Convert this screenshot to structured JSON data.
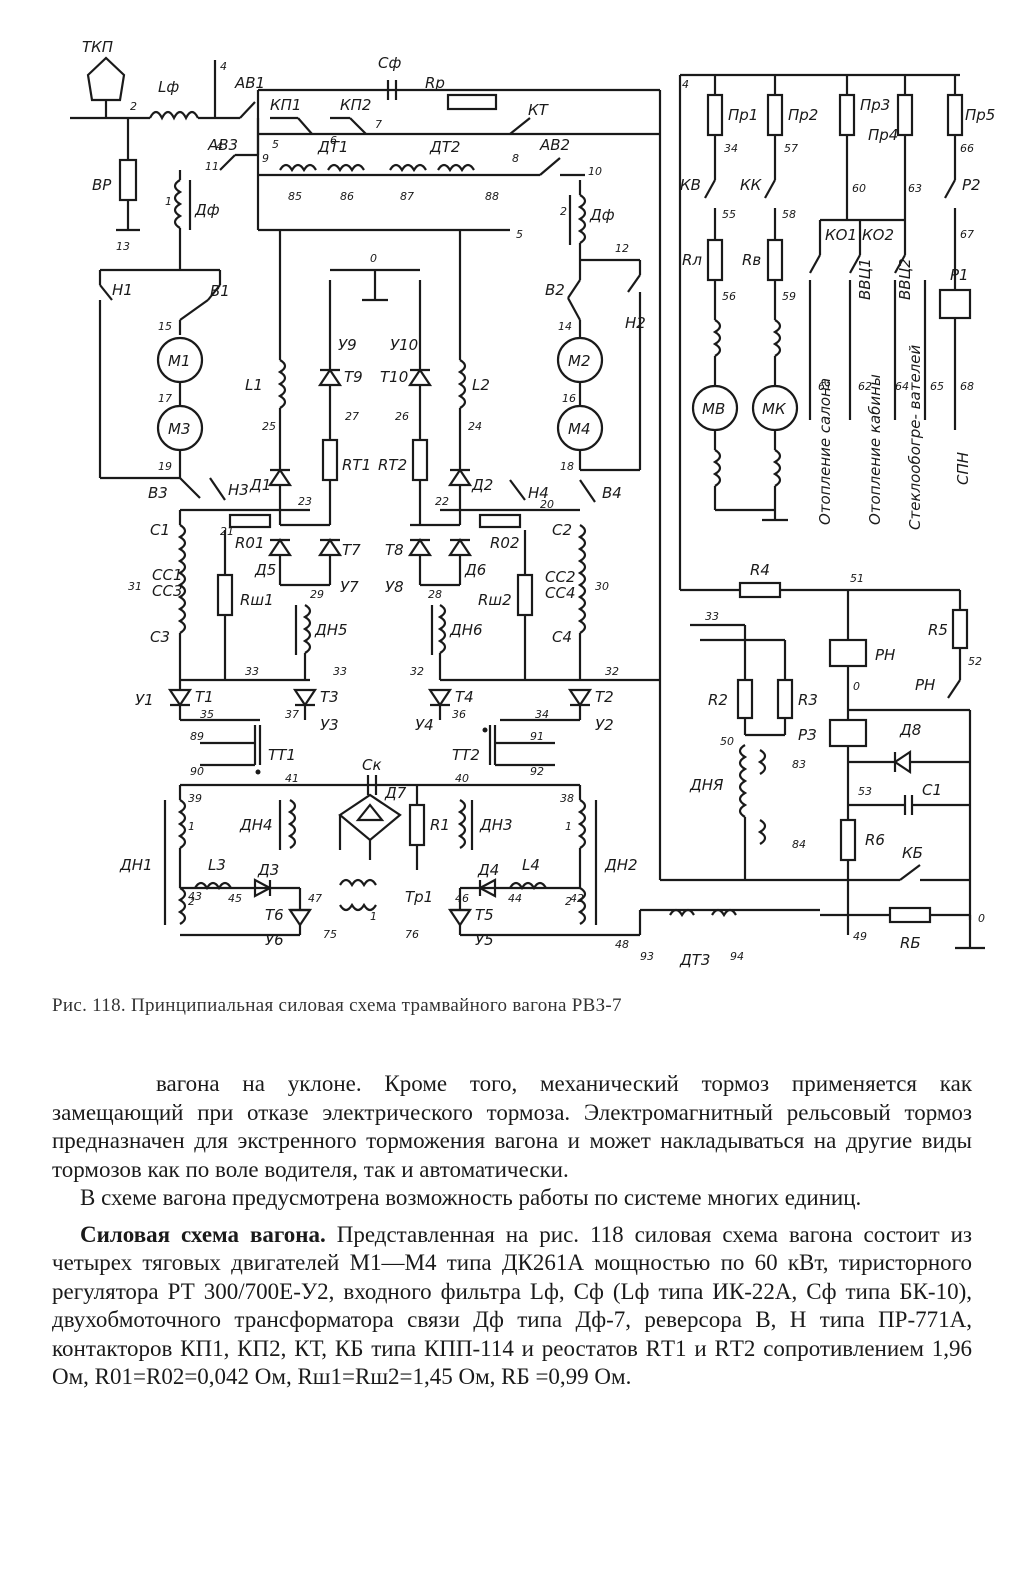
{
  "figure": {
    "caption": "Рис. 118. Принципиальная силовая схема трамвайного вагона РВЗ-7",
    "components": {
      "tkp": "ТКП",
      "lf": "Lф",
      "cf": "Сф",
      "rr": "Rр",
      "av1": "АВ1",
      "av2": "АВ2",
      "av3": "АВ3",
      "kp1": "КП1",
      "kp2": "КП2",
      "kt": "КТ",
      "dt1": "ДТ1",
      "dt2": "ДТ2",
      "dt3": "ДТ3",
      "vr": "ВР",
      "df_left": "Дф",
      "df_right": "Дф",
      "n1": "Н1",
      "n2": "Н2",
      "n3": "Н3",
      "n4": "Н4",
      "v1": "В1",
      "v2": "В2",
      "v3": "В3",
      "v4": "В4",
      "m1": "М1",
      "m2": "М2",
      "m3": "М3",
      "m4": "М4",
      "l1": "L1",
      "l2": "L2",
      "l3": "L3",
      "l4": "L4",
      "d1": "Д1",
      "d2": "Д2",
      "d3": "Д3",
      "d4": "Д4",
      "d5": "Д5",
      "d6": "Д6",
      "d7": "Д7",
      "d8": "Д8",
      "t1": "Т1",
      "t2": "Т2",
      "t3": "Т3",
      "t4": "Т4",
      "t5": "Т5",
      "t6": "Т6",
      "t7": "Т7",
      "t8": "Т8",
      "t9": "Т9",
      "t10": "Т10",
      "u1": "У1",
      "u2": "У2",
      "u3": "У3",
      "u4": "У4",
      "u5": "У5",
      "u6": "У6",
      "u7": "У7",
      "u8": "У8",
      "u9": "У9",
      "u10": "У10",
      "rt1": "RТ1",
      "rt2": "RТ2",
      "r01": "R01",
      "r02": "R02",
      "rsh1": "Rш1",
      "rsh2": "Rш2",
      "dn1": "ДН1",
      "dn2": "ДН2",
      "dn3": "ДН3",
      "dn4": "ДН4",
      "dn5": "ДН5",
      "dn6": "ДН6",
      "dnya": "ДНЯ",
      "c1": "С1",
      "c2": "С2",
      "c3": "С3",
      "c4": "С4",
      "cc1": "СС1",
      "cc2": "СС2",
      "cc3": "СС3",
      "cc4": "СС4",
      "ck": "Ск",
      "tt1": "ТТ1",
      "tt2": "ТТ2",
      "r1": "R1",
      "tr1": "Тр1",
      "pr1": "Пр1",
      "pr2": "Пр2",
      "pr3": "Пр3",
      "pr4": "Пр4",
      "pr5": "Пр5",
      "kv": "КВ",
      "kk": "КК",
      "ko1": "КО1",
      "ko2": "КО2",
      "p2": "Р2",
      "p1": "Р1",
      "rl": "Rл",
      "rv": "Rв",
      "mv": "МВ",
      "mk": "МК",
      "r2": "R2",
      "r3": "R3",
      "r4": "R4",
      "r5": "R5",
      "r6": "R6",
      "rb": "RБ",
      "rn": "РН",
      "rn2": "РН",
      "rz": "РЗ",
      "c1_right": "С1",
      "kb": "КБ",
      "vvc1": "ВВЦ1",
      "vvc2": "ВВЦ2",
      "heating_salon": "Отопление салона",
      "heating_cab": "Отопление кабины",
      "defrost": "Стеклообогре- вателей",
      "spn": "СПН"
    }
  },
  "text": {
    "para1": "вагона на уклоне. Кроме того, механический тормоз применяется как замещающий при отказе электрического тормоза. Электромагнитный рельсовый тормоз предназначен для экстренного торможения вагона и может накладываться на другие виды тормозов как по воле водителя, так и автоматически.",
    "para2": "В схеме вагона предусмотрена возможность работы по системе многих единиц.",
    "para3_heading": "Силовая схема вагона.",
    "para3": "Представленная на рис. 118 силовая схема вагона состоит из четырех тяговых двигателей М1—М4 типа ДК261А мощностью по 60 кВт, тиристорного регулятора РТ 300/700Е-У2, входного фильтра Lф, Сф (Lф типа ИК-22А, Сф типа БК-10), двухобмоточного трансформатора связи Дф типа Дф-7, реверсора В, Н типа ПР-771А, контакторов КП1, КП2, КТ, КБ типа КПП-114 и реостатов RТ1 и RТ2 сопротивлением 1,96 Ом, R01=R02=0,042 Ом, Rш1=Rш2=1,45 Ом, RБ =0,99 Ом."
  }
}
